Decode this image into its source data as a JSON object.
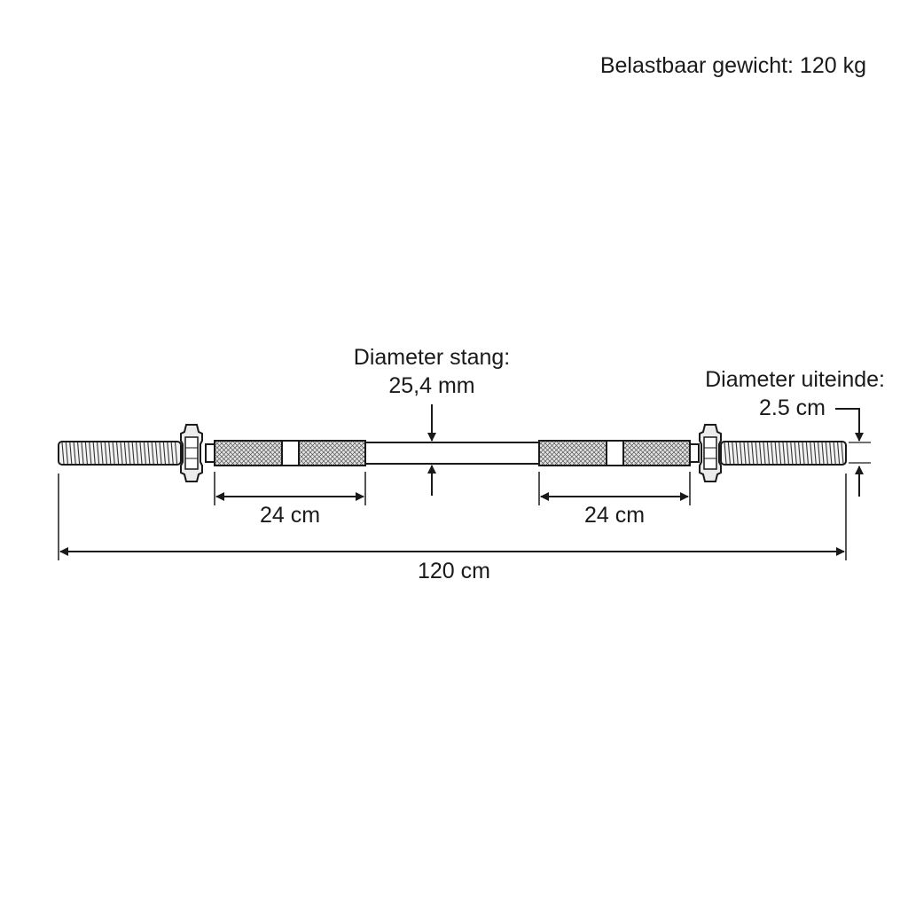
{
  "capacity_label": "Belastbaar gewicht: 120 kg",
  "bar_diameter": {
    "label_line1": "Diameter stang:",
    "label_line2": "25,4 mm"
  },
  "end_diameter": {
    "label_line1": "Diameter uiteinde:",
    "label_line2": "2.5 cm"
  },
  "grip_left_length": "24 cm",
  "grip_right_length": "24 cm",
  "total_length": "120 cm",
  "colors": {
    "line": "#1a1a1a",
    "background": "#ffffff",
    "knurl_fill": "#d6d6d6"
  }
}
